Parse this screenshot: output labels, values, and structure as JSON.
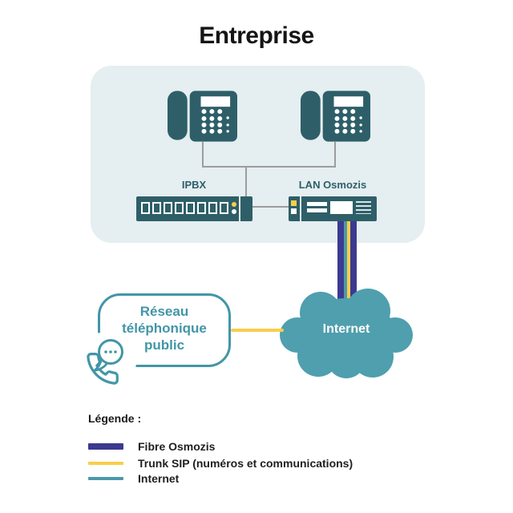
{
  "title": "Entreprise",
  "devices": {
    "ipbx_label": "IPBX",
    "lan_label": "LAN Osmozis"
  },
  "cloud": {
    "label": "Internet"
  },
  "pstn": {
    "lines": [
      "Réseau",
      "téléphonique",
      "public"
    ]
  },
  "legend": {
    "heading": "Légende :",
    "items": [
      {
        "label": "Fibre Osmozis",
        "color": "#3B3A90"
      },
      {
        "label": "Trunk SIP (numéros et communications)",
        "color": "#FACD4B"
      },
      {
        "label": "Internet",
        "color": "#4C99A9"
      }
    ]
  },
  "colors": {
    "dark_teal": "#2E5F68",
    "panel": "#E5EEF0",
    "cloud_teal": "#4F9FAE",
    "box_teal": "#4296A7",
    "yellow": "#FACD4B",
    "purple": "#3B3A90",
    "stripe_teal": "#4C99A9",
    "line_gray": "#9B9D9D"
  }
}
